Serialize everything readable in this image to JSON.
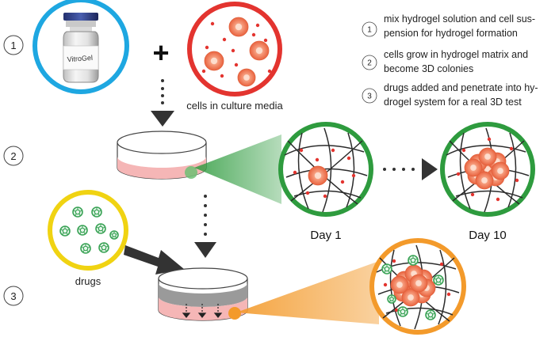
{
  "steps": [
    {
      "number": "1",
      "text_line1": "mix hydrogel solution and cell sus-",
      "text_line2": "pension for hydrogel formation"
    },
    {
      "number": "2",
      "text_line1": "cells grow in hydrogel matrix and",
      "text_line2": "become 3D colonies"
    },
    {
      "number": "3",
      "text_line1": "drugs added and penetrate into hy-",
      "text_line2": "drogel system for a real 3D test"
    }
  ],
  "vial_label": "VitroGel",
  "plus_sign": "+",
  "labels": {
    "cells": "cells in culture media",
    "day1": "Day 1",
    "day10": "Day 10",
    "drugs": "drugs"
  },
  "colors": {
    "blue_ring": "#1ea7e1",
    "red_ring": "#e3342f",
    "green_ring": "#2e9b3e",
    "yellow_ring": "#f0d312",
    "orange_ring": "#f39a2b",
    "cell_fill": "#f28b6a",
    "gel_pink": "#f5b6b6",
    "arrow_dark": "#333333",
    "fiber": "#2b2b2b",
    "drug_green": "#3aa356"
  }
}
